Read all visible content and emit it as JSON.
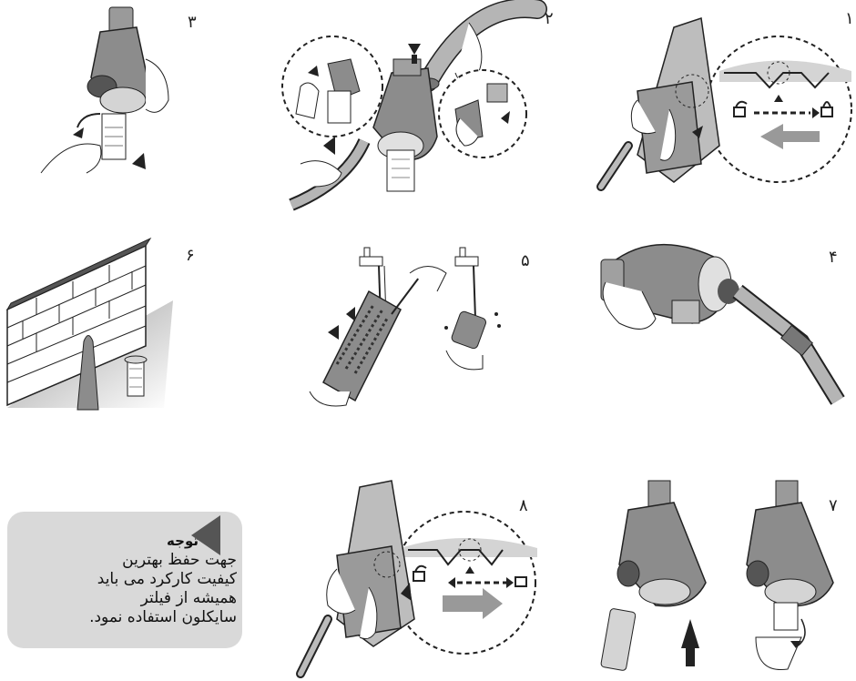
{
  "steps": {
    "s1": "١",
    "s2": "٢",
    "s3": "٣",
    "s4": "۴",
    "s5": "۵",
    "s6": "۶",
    "s7": "٧",
    "s8": "٨"
  },
  "note": {
    "title": "توجه",
    "lines": [
      "جهت حفظ بهترین",
      "کیفیت کارکرد   می باید",
      "همیشه از فیلتر",
      "سایکلون استفاده نمود."
    ]
  },
  "colors": {
    "body_gray": "#8c8c8c",
    "light_gray": "#d4d4d4",
    "dark_gray": "#555555",
    "line": "#222222"
  }
}
